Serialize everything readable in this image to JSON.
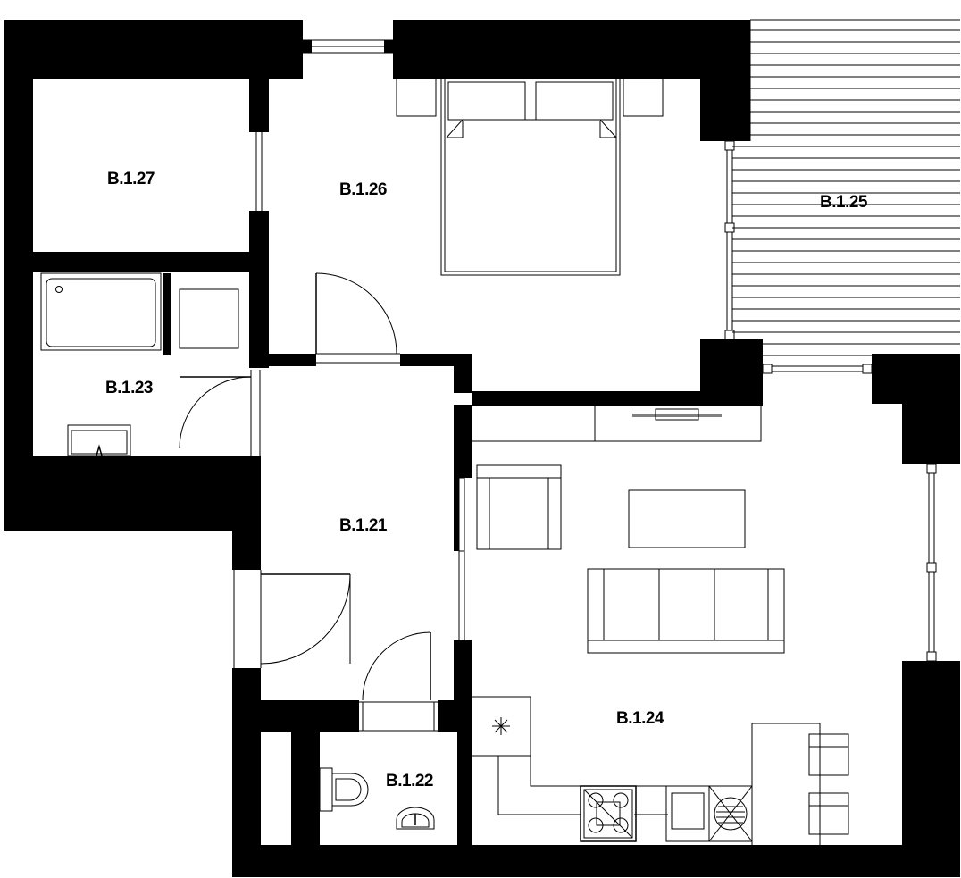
{
  "rooms": {
    "r27": "B.1.27",
    "r26": "B.1.26",
    "r25": "B.1.25",
    "r23": "B.1.23",
    "r21": "B.1.21",
    "r24": "B.1.24",
    "r22": "B.1.22"
  },
  "colors": {
    "wall": "#000000",
    "background": "#ffffff"
  }
}
